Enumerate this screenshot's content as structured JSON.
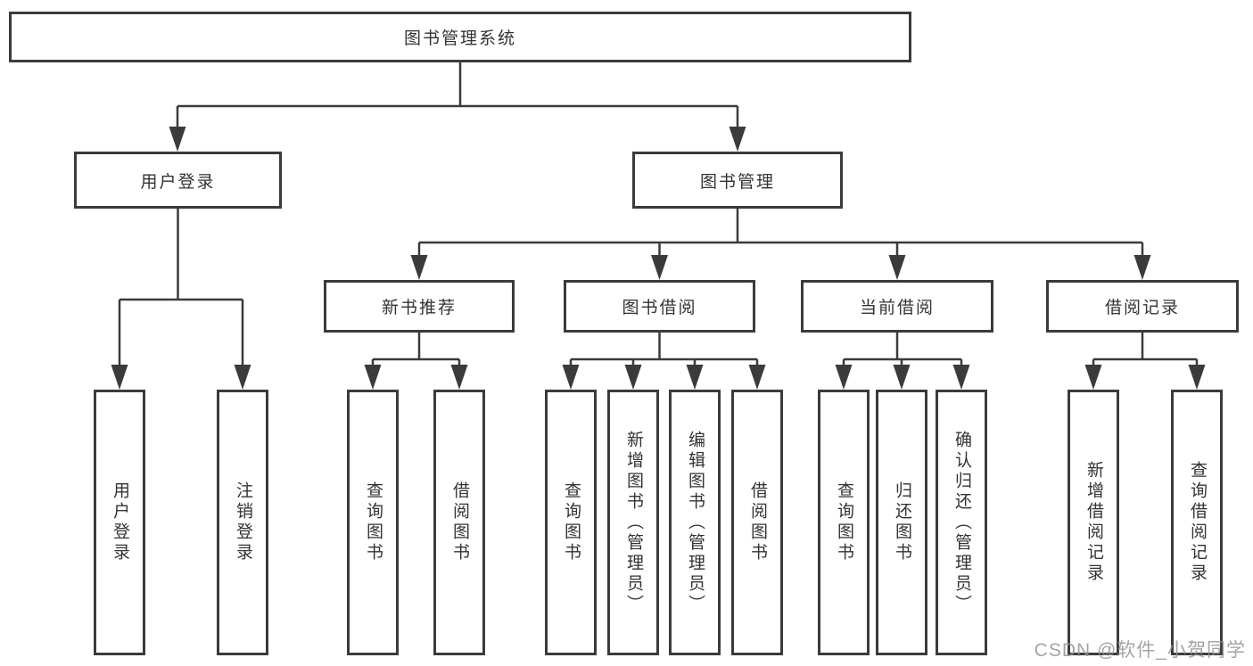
{
  "diagram": {
    "root_label": "图书管理系统",
    "branches": [
      {
        "label": "用户登录",
        "children": [
          {
            "label": "用户登录"
          },
          {
            "label": "注销登录"
          }
        ]
      },
      {
        "label": "图书管理",
        "groups": [
          {
            "label": "新书推荐",
            "children": [
              {
                "label": "查询图书"
              },
              {
                "label": "借阅图书"
              }
            ]
          },
          {
            "label": "图书借阅",
            "children": [
              {
                "label": "查询图书"
              },
              {
                "label": "新增图书（管理员）"
              },
              {
                "label": "编辑图书（管理员）"
              },
              {
                "label": "借阅图书"
              }
            ]
          },
          {
            "label": "当前借阅",
            "children": [
              {
                "label": "查询图书"
              },
              {
                "label": "归还图书"
              },
              {
                "label": "确认归还（管理员）"
              }
            ]
          },
          {
            "label": "借阅记录",
            "children": [
              {
                "label": "新增借阅记录"
              },
              {
                "label": "查询借阅记录"
              }
            ]
          }
        ]
      }
    ],
    "watermark": "CSDN @软件_小贺同学",
    "colors": {
      "line": "#3b3b3b",
      "text": "#333333",
      "background": "#ffffff",
      "watermark": "#949494"
    }
  }
}
